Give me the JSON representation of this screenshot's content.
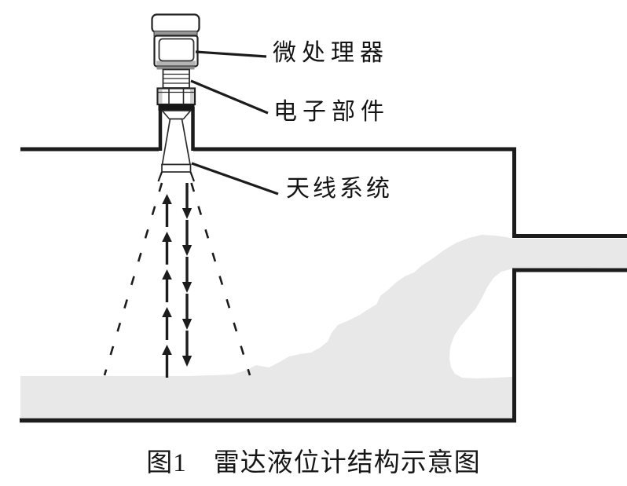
{
  "figure": {
    "caption": "图1　雷达液位计结构示意图",
    "labels": {
      "microprocessor": "微处理器",
      "electronics": "电子部件",
      "antenna": "天线系统"
    },
    "colors": {
      "line": "#1c1c1c",
      "material_fill": "#e8e8e8",
      "device_shading": "#969696",
      "background": "#ffffff"
    }
  }
}
